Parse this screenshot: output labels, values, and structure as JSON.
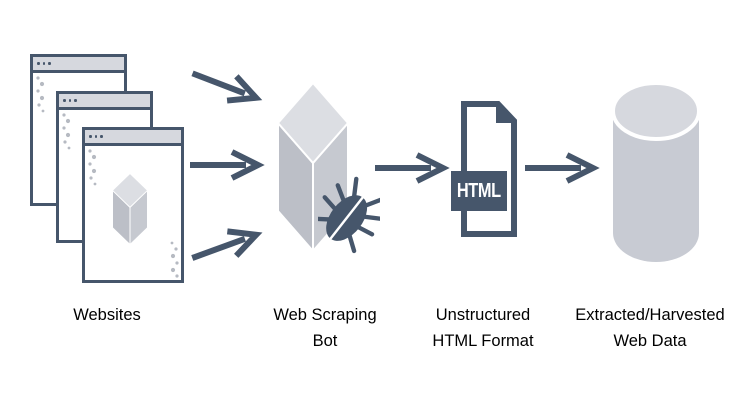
{
  "diagram": {
    "topic": "Web scraping data flow",
    "steps": [
      {
        "id": "websites",
        "label": "Websites",
        "icon": "stacked-browser-windows"
      },
      {
        "id": "bot",
        "label": "Web Scraping\nBot",
        "icon": "cube-with-bug"
      },
      {
        "id": "html",
        "label": "Unstructured\nHTML Format",
        "icon": "html-document",
        "badge": "HTML"
      },
      {
        "id": "data",
        "label": "Extracted/Harvested\nWeb Data",
        "icon": "database-cylinder"
      }
    ],
    "connectors": [
      {
        "from": "websites",
        "to": "bot",
        "count": 3
      },
      {
        "from": "bot",
        "to": "html",
        "count": 1
      },
      {
        "from": "html",
        "to": "data",
        "count": 1
      }
    ],
    "colors": {
      "ink": "#46566b",
      "panel": "#d6d8de",
      "cube_top": "#dcdee3",
      "cube_left": "#bcbfc7",
      "cube_right": "#c6c9d0",
      "cyl_body": "#c8cbd3",
      "cyl_top": "#d6d8de",
      "dots": "#b6bac2",
      "text": "#000000"
    }
  }
}
